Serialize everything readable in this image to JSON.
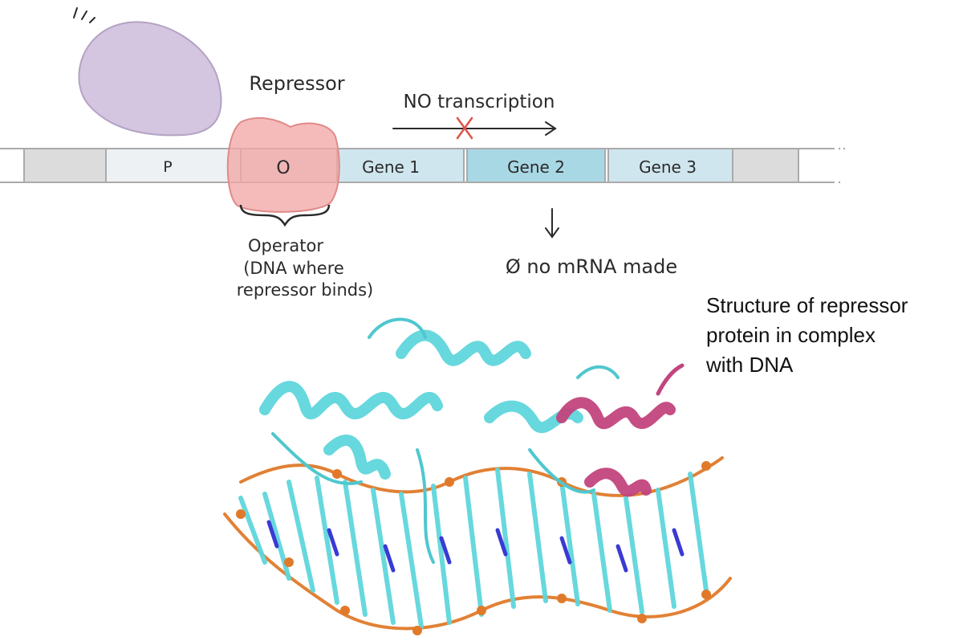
{
  "labels": {
    "repressor": "Repressor",
    "no_transcription": "NO transcription",
    "promoter": "P",
    "operator_symbol": "O",
    "gene1": "Gene 1",
    "gene2": "Gene 2",
    "gene3": "Gene 3",
    "operator_title": "Operator",
    "operator_desc_1": "(DNA where",
    "operator_desc_2": "repressor binds)",
    "no_mrna": "Ø no mRNA made"
  },
  "caption": {
    "line1": "Structure of repressor",
    "line2": "protein in complex",
    "line3": "with DNA"
  },
  "colors": {
    "inducer_blob": "#d4c5e0",
    "repressor_blob": "#f2a8a6",
    "gene_light": "#cfe6ef",
    "gene_dark": "#a9d8e5",
    "flank": "#dcdcdc",
    "promoter": "#eef1f3",
    "protein": "#5fd6dc",
    "protein_highlight": "#c2457e",
    "dna_phosphate": "#e07a2a",
    "dna_base_n": "#3a3ad4",
    "cross_mark": "#e0534a"
  },
  "icons": [
    "motion-lines-icon",
    "down-arrow-icon",
    "right-arrow-icon",
    "cross-icon"
  ]
}
